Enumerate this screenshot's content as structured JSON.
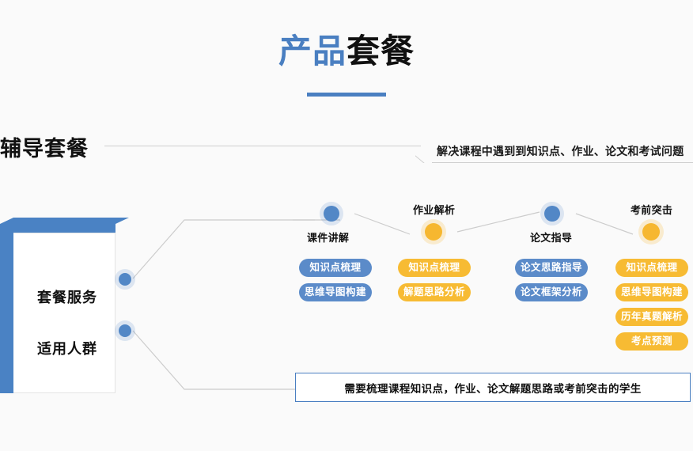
{
  "page": {
    "title_blue": "产品",
    "title_dark": "套餐",
    "accent_blue": "#4a7fc1",
    "accent_orange": "#f7bb33",
    "background": "#fafafa"
  },
  "section": {
    "heading": "辅导套餐",
    "subheading": "解决课程中遇到到知识点、作业、论文和考试问题"
  },
  "book": {
    "row1_label": "套餐服务",
    "row2_label": "适用人群"
  },
  "nodes": [
    {
      "label": "课件讲解",
      "color": "blue",
      "label_position": "below",
      "pills": [
        "知识点梳理",
        "思维导图构建"
      ]
    },
    {
      "label": "作业解析",
      "color": "orange",
      "label_position": "above",
      "pills": [
        "知识点梳理",
        "解题思路分析"
      ]
    },
    {
      "label": "论文指导",
      "color": "blue",
      "label_position": "below",
      "pills": [
        "论文思路指导",
        "论文框架分析"
      ]
    },
    {
      "label": "考前突击",
      "color": "orange",
      "label_position": "above",
      "pills": [
        "知识点梳理",
        "思维导图构建",
        "历年真题解析",
        "考点预测"
      ]
    }
  ],
  "audience": {
    "text": "需要梳理课程知识点，作业、论文解题思路或考前突击的学生"
  }
}
